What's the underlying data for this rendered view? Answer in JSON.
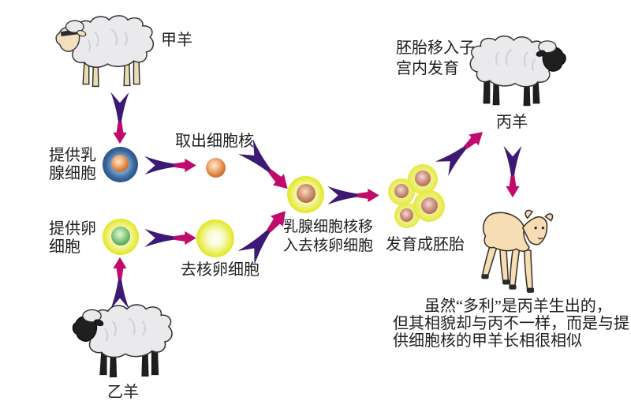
{
  "labels": {
    "sheep_a": "甲羊",
    "sheep_b": "乙羊",
    "sheep_c": "丙羊",
    "provide_mammary_cell": "提供乳\n腺细胞",
    "extract_nucleus": "取出细胞核",
    "provide_egg_cell": "提供卵\n细胞",
    "enucleated_egg": "去核卵细胞",
    "nuclear_transfer": "乳腺细胞核移\n入去核卵细胞",
    "develop_embryo": "发育成胚胎",
    "implant_uterus": "胚胎移入子\n宫内发育",
    "caption": "虽然“多利”是丙羊生出的，\n但其相貌却与丙不一样，而是与提\n供细胞核的甲羊长相很相似"
  },
  "icons": {
    "sheep_a": "adult-sheep-white-face-left",
    "sheep_b": "adult-sheep-black-face-left",
    "sheep_c": "adult-sheep-black-face-right",
    "dolly_lamb": "tan-lamb",
    "mammary_cell": "blue-cell-orange-nucleus",
    "extracted_nucleus": "orange-nucleus",
    "egg_cell": "yellow-cell-green-nucleus",
    "enucleated_egg_cell": "yellow-cell-empty",
    "fused_cell": "yellow-cell-orange-nucleus",
    "embryo": "four-cell-cluster",
    "arrow": "purple-magenta-swoosh-arrow"
  },
  "colors": {
    "background": "#ffffff",
    "text": "#1f1f1f",
    "arrow_tail": "#3d1875",
    "arrow_head": "#c00a6c",
    "cell_yellow": "#e3e722",
    "cell_blue": "#3c689e",
    "nucleus_orange": "#d97f3f",
    "nucleus_green": "#56ab56",
    "nucleus_pink": "#cf9484",
    "sheep_body": "#eaeaed",
    "sheep_face_cream": "#f2dfbd",
    "sheep_face_black": "#1f1f1f",
    "lamb_body": "#f6ddb4"
  }
}
